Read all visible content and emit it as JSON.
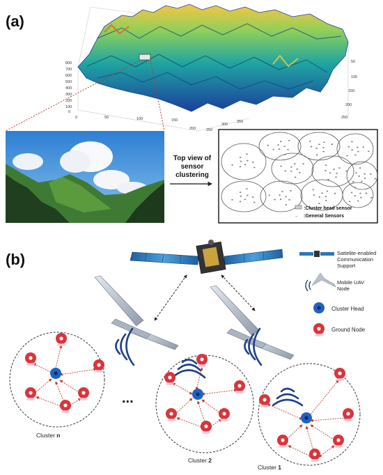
{
  "panel_a": {
    "label": "(a)",
    "z_ticks": [
      "800",
      "700",
      "600",
      "500",
      "400",
      "300",
      "200",
      "100",
      "0"
    ],
    "x_ticks": [
      "0",
      "50",
      "100",
      "150",
      "200",
      "250",
      "300",
      "350"
    ],
    "y_ticks": [
      "50",
      "100",
      "150",
      "200",
      "250"
    ],
    "arrow_text_lines": [
      "Top view of",
      "sensor",
      "clustering"
    ],
    "legend": {
      "cluster_head": ":Cluster head sensor",
      "general": ":General Sensors"
    }
  },
  "panel_b": {
    "label": "(b)",
    "ellipsis": "...",
    "legend": {
      "satellite_line1": "Sattelite-enabled",
      "satellite_line2": "Communication",
      "satellite_line3": "Support",
      "uav_line1": "Mobile UAV",
      "uav_line2": "Node",
      "cluster_head": "Cluster Head",
      "ground_node": "Ground Node"
    },
    "clusters": [
      {
        "prefix": "Cluster ",
        "suffix": "n"
      },
      {
        "prefix": "Cluster ",
        "suffix": "2"
      },
      {
        "prefix": "Cluster ",
        "suffix": "1"
      }
    ]
  },
  "colors": {
    "cluster_head_pin": "#1e63c4",
    "ground_pin": "#d9353b",
    "arrow": "#c0392b",
    "uav": "#b8c1cc",
    "satellite_panel": "#2a78b8",
    "signal": "#1d3f8c"
  }
}
